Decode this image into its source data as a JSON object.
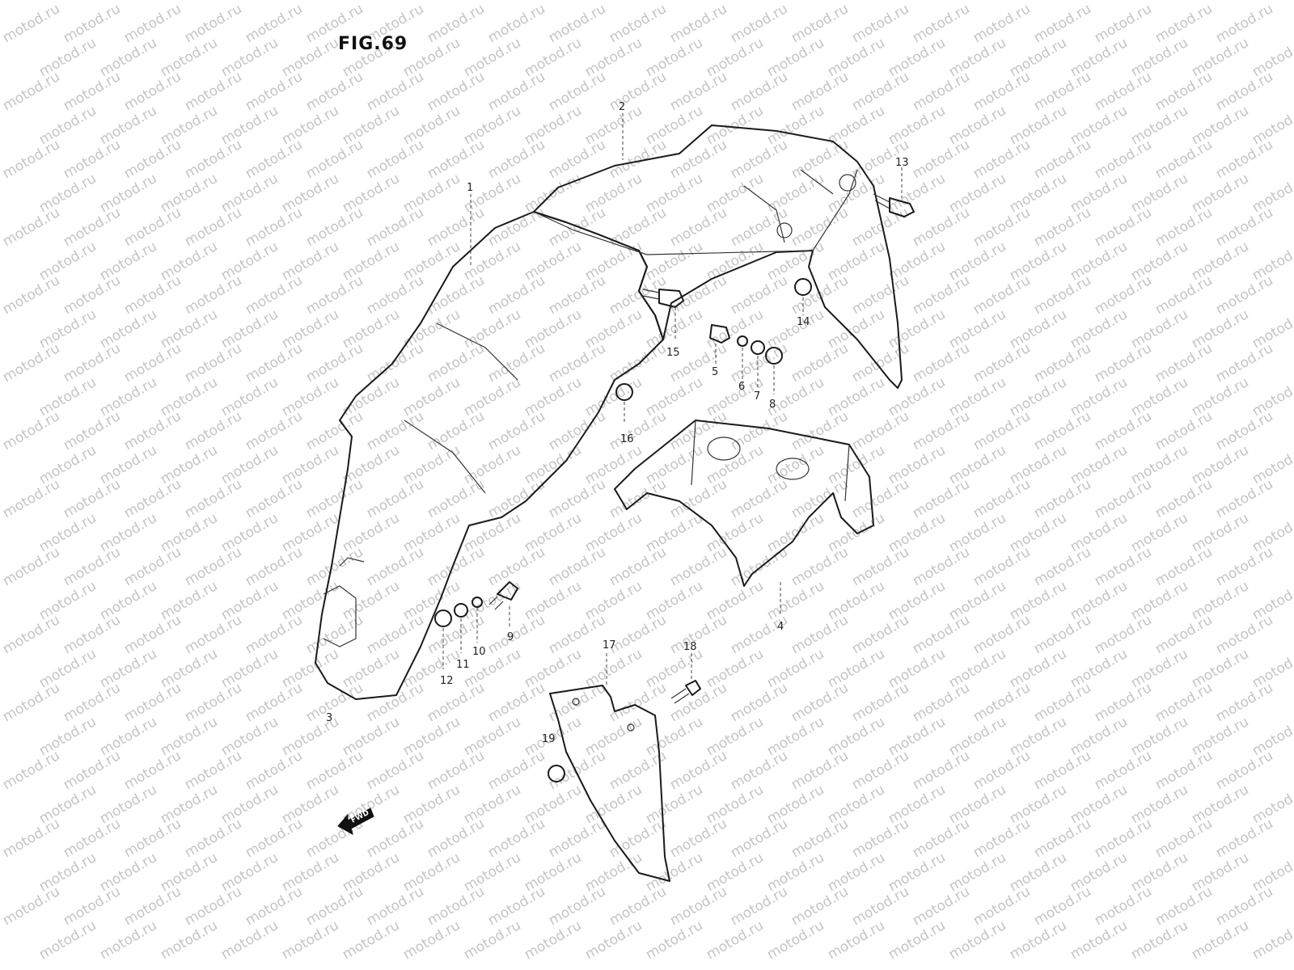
{
  "figure": {
    "title": "FIG.69"
  },
  "watermark": {
    "text": "motod.ru"
  },
  "callouts": {
    "c1": "1",
    "c2": "2",
    "c3": "3",
    "c4": "4",
    "c5": "5",
    "c6": "6",
    "c7": "7",
    "c8": "8",
    "c9": "9",
    "c10": "10",
    "c11": "11",
    "c12": "12",
    "c13": "13",
    "c14": "14",
    "c15": "15",
    "c16": "16",
    "c17": "17",
    "c18": "18",
    "c19": "19"
  },
  "direction_marker": {
    "label": "FWD"
  }
}
